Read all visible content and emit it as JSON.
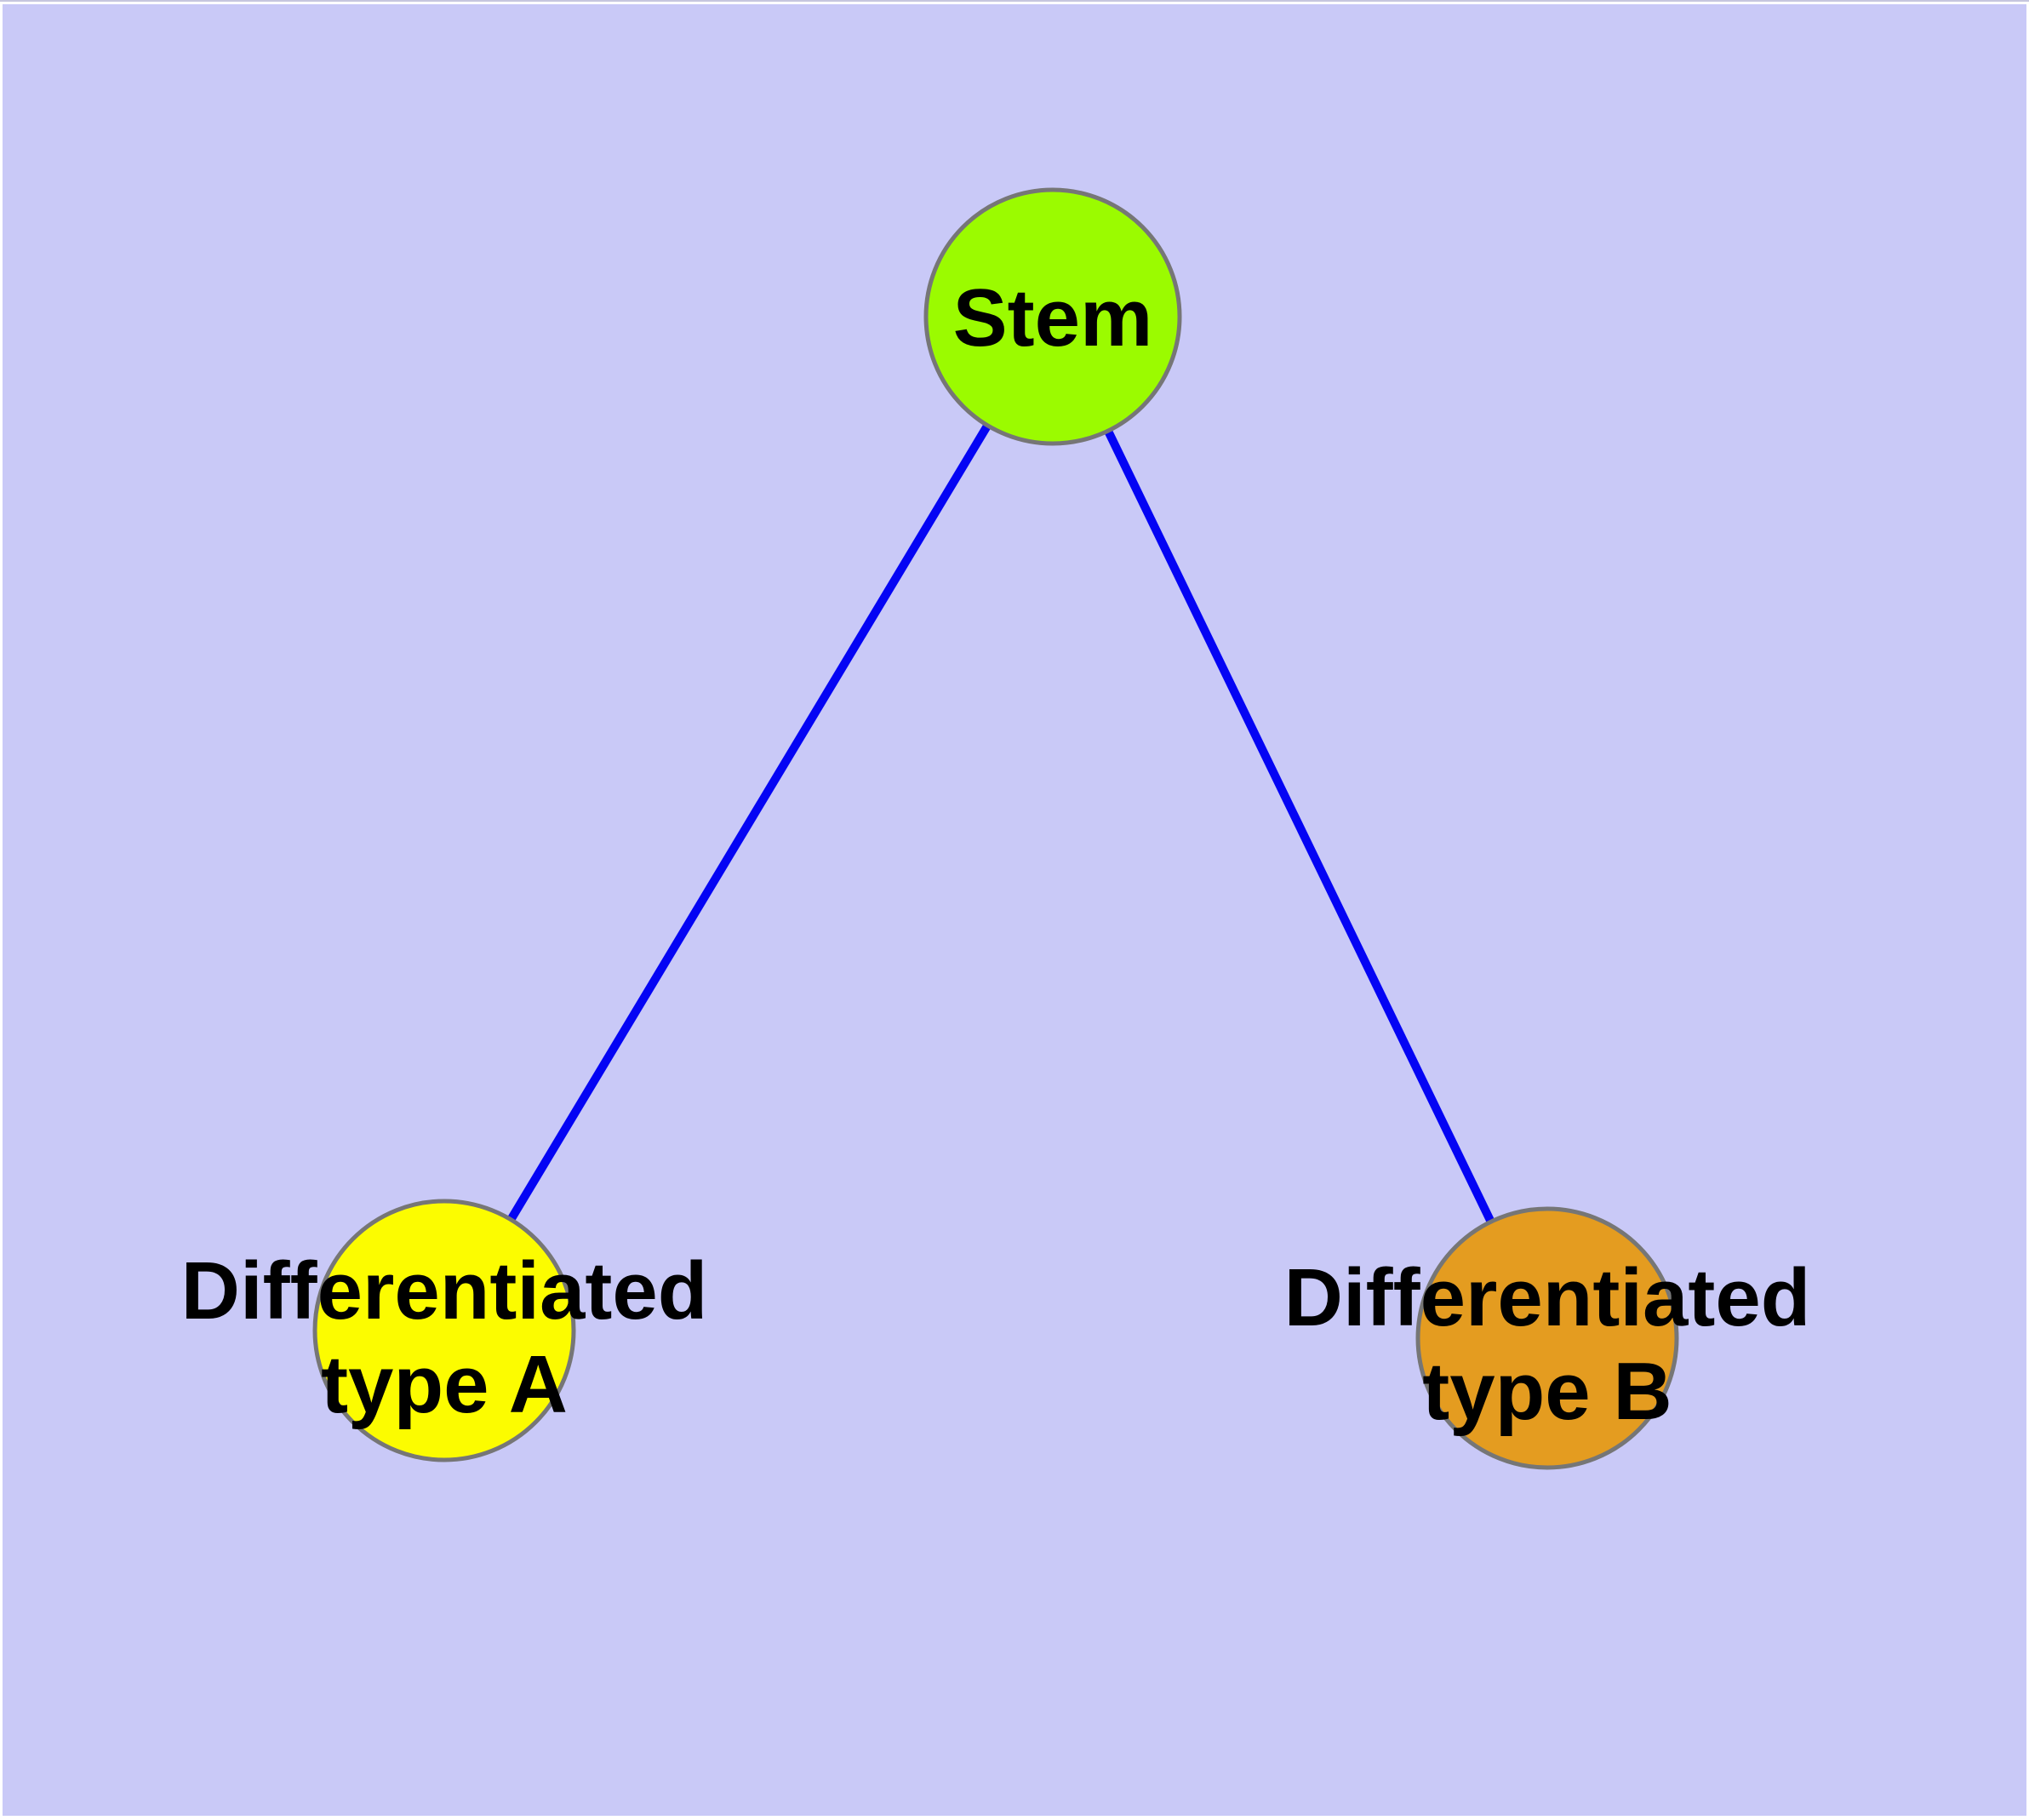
{
  "canvas": {
    "background_color": "#c9c9f7",
    "frame_color": "#ffffff",
    "top_hairline_color": "#c6c6de"
  },
  "diagram": {
    "type": "graph",
    "title": "",
    "nodes": [
      {
        "id": "stem",
        "label": "Stem",
        "label_lines": [
          "Stem"
        ],
        "fill": "#9bfb00"
      },
      {
        "id": "differentiated-type-a",
        "label": "Differentiated type A",
        "label_lines": [
          "Differentiated",
          "type A"
        ],
        "fill": "#fcfc00"
      },
      {
        "id": "differentiated-type-b",
        "label": "Differentiated type B",
        "label_lines": [
          "Differentiated",
          "type B"
        ],
        "fill": "#e49c20"
      }
    ],
    "edges": [
      {
        "from": "stem",
        "to": "differentiated-type-a"
      },
      {
        "from": "stem",
        "to": "differentiated-type-b"
      }
    ],
    "edge_color": "#0404f4",
    "node_border_color": "#767676",
    "label_color": "#000000"
  }
}
